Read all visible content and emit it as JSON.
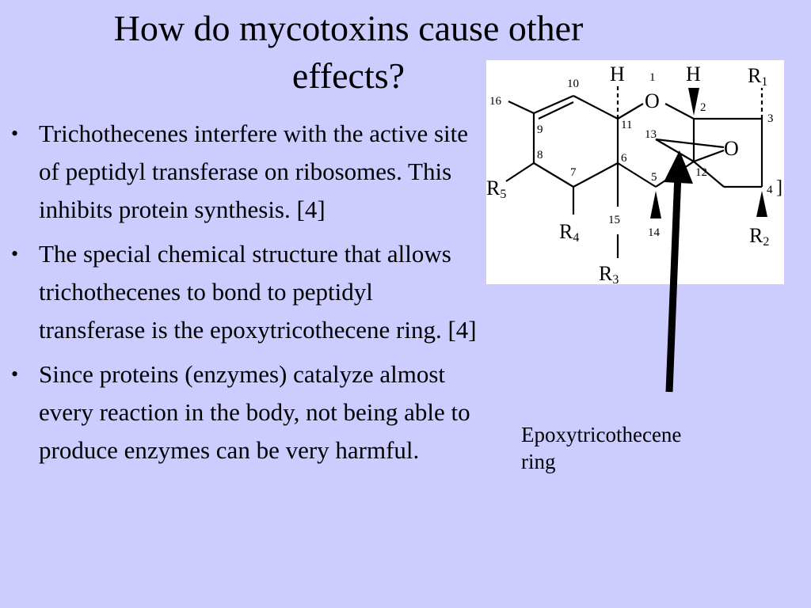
{
  "slide": {
    "title_line1": "How do mycotoxins cause other",
    "title_line2": "effects?"
  },
  "bullets": [
    {
      "text": "Trichothecenes interfere with the active site of peptidyl transferase on ribosomes. This inhibits protein synthesis. [4]"
    },
    {
      "text": "The special chemical structure that allows trichothecenes to bond to peptidyl transferase is the epoxytricothecene ring. [4]"
    },
    {
      "text": "Since proteins (enzymes) catalyze almost every reaction in the body, not being able to produce enzymes can be very harmful."
    }
  ],
  "structure": {
    "atoms": {
      "H_left": "H",
      "H_right": "H",
      "O1": "O",
      "O_epoxide": "O",
      "R1": "R",
      "R1_sub": "1",
      "R2": "R",
      "R2_sub": "2",
      "R3": "R",
      "R3_sub": "3",
      "R4": "R",
      "R4_sub": "4",
      "R5": "R",
      "R5_sub": "5"
    },
    "numbers": {
      "n1": "1",
      "n2": "2",
      "n3": "3",
      "n4": "4",
      "n5": "5",
      "n6": "6",
      "n7": "7",
      "n8": "8",
      "n9": "9",
      "n10": "10",
      "n11": "11",
      "n12": "12",
      "n13": "13",
      "n14": "14",
      "n15": "15",
      "n16": "16"
    },
    "edge_bracket": "]"
  },
  "caption": {
    "line1": "Epoxytricothecene",
    "line2": "ring"
  },
  "colors": {
    "background": "#ccccff",
    "text": "#000000",
    "structure_bg": "#ffffff"
  }
}
